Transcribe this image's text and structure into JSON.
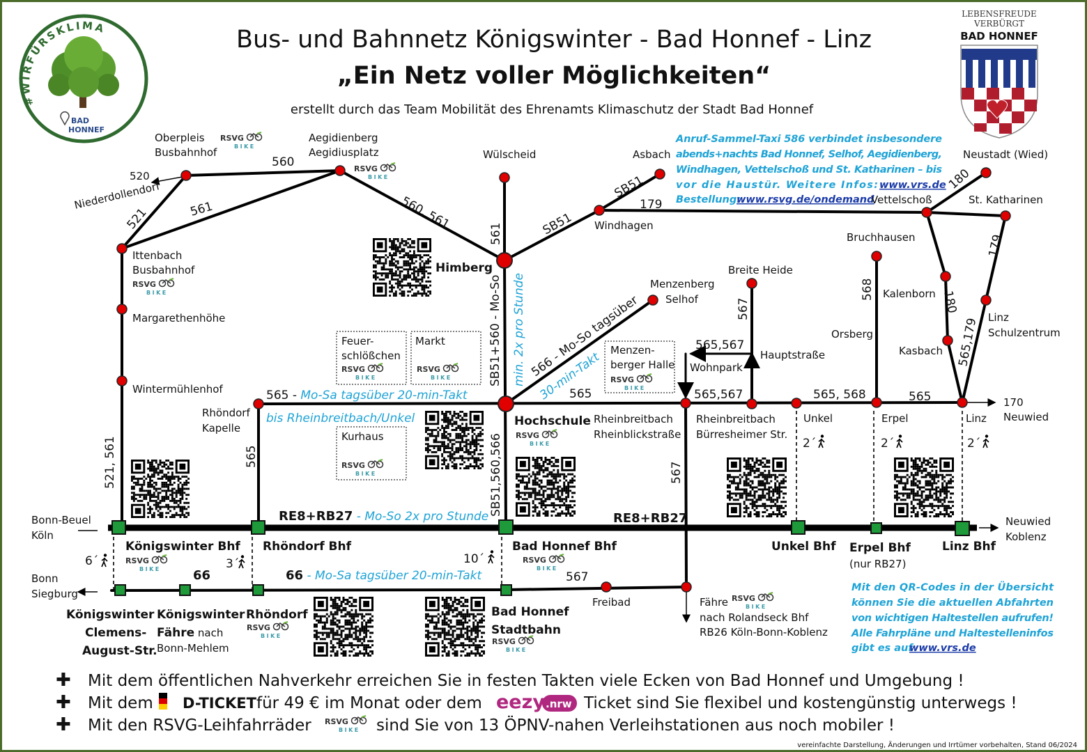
{
  "header": {
    "title": "Bus- und Bahnnetz Königswinter - Bad Honnef - Linz",
    "subtitle": "„Ein Netz voller Möglichkeiten“",
    "credit": "erstellt durch das Team Mobilität des Ehrenamts Klimaschutz der Stadt Bad Honnef"
  },
  "logos": {
    "klima_hashtag": "#WIRFÜRSKLIMA",
    "klima_city_1": "BAD",
    "klima_city_2": "HONNEF",
    "crest_line1": "LEBENSFREUDE",
    "crest_line2": "VERBÜRGT",
    "crest_city": "BAD HONNEF",
    "rsvg_word": "RSVG",
    "rsvg_bike": "BIKE",
    "eezy": "eezy",
    "eezy_nrw": ".nrw"
  },
  "taxi_note": {
    "lines": [
      "Anruf-Sammel-Taxi 586 verbindet insbesondere",
      "abends+nachts Bad Honnef, Selhof, Aegidienberg,",
      "Windhagen, Vettelschoß und St. Katharinen – bis",
      "vor die Haustür. Weitere Infos: "
    ],
    "link1": "www.vrs.de",
    "order_label": "Bestellung: ",
    "link2": "www.rsvg.de/ondemand"
  },
  "qr_note": {
    "lines": [
      "Mit den QR-Codes in der Übersicht",
      "können Sie die aktuellen Abfahrten",
      "von wichtigen Haltestellen aufrufen!",
      "Alle Fahrpläne und Haltestelleninfos"
    ],
    "last_prefix": "gibt es auf ",
    "link": "www.vrs.de"
  },
  "stations": {
    "oberpleis": [
      "Oberpleis",
      "Busbahnhof"
    ],
    "aegidienberg": [
      "Aegidienberg",
      "Aegidiusplatz"
    ],
    "wuelscheid": "Wülscheid",
    "asbach": "Asbach",
    "neustadt": "Neustadt (Wied)",
    "vettelschoss": "Vettelschoß",
    "st_katharinen": "St. Katharinen",
    "windhagen": "Windhagen",
    "niederdollendorf": "Niederdollendorf",
    "ittenbach": [
      "Ittenbach",
      "Busbahnhof"
    ],
    "margarethenhoehe": "Margarethenhöhe",
    "wintermuehlenhof": "Wintermühlenhof",
    "himberg": "Himberg",
    "menzenberg": [
      "Menzenberg",
      "Selhof"
    ],
    "breite_heide": "Breite Heide",
    "bruchhausen": "Bruchhausen",
    "kalenborn": "Kalenborn",
    "orsberg": "Orsberg",
    "kasbach": "Kasbach",
    "linz_schulzentrum": [
      "Linz",
      "Schulzentrum"
    ],
    "hauptstrasse": "Hauptstraße",
    "wohnpark": "Wohnpark",
    "rhoendorf_kapelle": [
      "Rhöndorf",
      "Kapelle"
    ],
    "hochschule": "Hochschule",
    "rheinblick": [
      "Rheinbreitbach",
      "Rheinblickstraße"
    ],
    "buerresheimer": [
      "Rheinbreitbach",
      "Bürresheimer Str."
    ],
    "unkel": "Unkel",
    "erpel": "Erpel",
    "linz": "Linz",
    "neuwied_170": [
      "170",
      "Neuwied"
    ],
    "koenigswinter_bhf": "Königswinter Bhf",
    "rhoendorf_bhf": "Rhöndorf Bhf",
    "bad_honnef_bhf": "Bad Honnef Bhf",
    "unkel_bhf": "Unkel Bhf",
    "erpel_bhf": [
      "Erpel Bhf",
      "(nur RB27)"
    ],
    "linz_bhf": "Linz Bhf",
    "kw_clemens": [
      "Königswinter",
      "Clemens-",
      "August-Str."
    ],
    "kw_faehre": [
      "Königswinter",
      "Fähre",
      " nach",
      "Bonn-Mehlem"
    ],
    "rhoendorf": "Rhöndorf",
    "bh_stadtbahn": [
      "Bad Honnef",
      "Stadtbahn"
    ],
    "freibad": "Freibad",
    "faehre_rolandseck": [
      "Fähre",
      "nach Rolandseck Bhf",
      "RB26 Köln-Bonn-Koblenz"
    ],
    "bonn_beuel": [
      "Bonn-Beuel",
      "Köln"
    ],
    "bonn_siegburg": [
      "Bonn",
      "Siegburg"
    ],
    "neuwied_koblenz": [
      "Neuwied",
      "Koblenz"
    ]
  },
  "bike_stations": {
    "feuerschloesschen": [
      "Feuer-",
      "schlößchen"
    ],
    "markt": "Markt",
    "kurhaus": "Kurhaus",
    "menzenberger_halle": [
      "Menzen-",
      "berger Halle"
    ]
  },
  "routes": {
    "r520": "520",
    "r521": "521",
    "r560": "560",
    "r561a": "561",
    "r560_561": "560, 561",
    "r561b": "561",
    "sb51a": "SB51",
    "sb51b": "SB51",
    "r179a": "179",
    "r180a": "180",
    "r179b": "179",
    "r180b": "180",
    "r565_179": "565,179",
    "r568": "568",
    "r567a": "567",
    "r565_567a": "565,567",
    "r565_567b": "565,567",
    "r565a": "565",
    "r565_568": "565, 568",
    "r565b": "565",
    "r565_main": "565 - ",
    "r565_main_freq": "Mo-Sa tagsüber 20-min-Takt",
    "r565_to": "bis Rheinbreitbach/Unkel",
    "r565c": "565",
    "sb51_560": "SB51+560 - Mo-So",
    "sb51_560_freq": "min. 2x pro Stunde",
    "r566": "566 - Mo-So tagsüber",
    "r566_freq": "30-min-Takt",
    "sb51_560_566": "SB51,560,566",
    "r521_561": "521, 561",
    "rail_a": "RE8+RB27",
    "rail_a_freq": " - Mo-So 2x pro Stunde",
    "rail_b": "RE8+RB27",
    "r66a": "66",
    "r66b": "66",
    "r66_freq": " - Mo-Sa tagsüber 20-min-Takt",
    "r567b": "567",
    "r567c": "567"
  },
  "walk_times": {
    "kw": "6´",
    "rh": "3´",
    "bh": "10´",
    "unkel": "2´",
    "erpel": "2´",
    "linz": "2´"
  },
  "bullets": {
    "b1": "Mit dem öffentlichen Nahverkehr erreichen Sie in festen Takten viele Ecken von Bad Honnef und Umgebung !",
    "b2_a": "Mit dem",
    "b2_ticket": "D-TICKET",
    "b2_b": "für 49 € im Monat oder dem",
    "b2_c": "Ticket sind Sie flexibel und kostengünstig unterwegs !",
    "b3_a": "Mit den RSVG-Leihfahrräder",
    "b3_b": "sind Sie von 13 ÖPNV-nahen Verleihstationen aus noch mobiler !"
  },
  "footer": "vereinfachte Darstellung, Änderungen und Irrtümer vorbehalten, Stand 06/2024",
  "colors": {
    "frame": "#4b6b2a",
    "stop": "#e00000",
    "rail_station": "#1e9a3a",
    "accent_text": "#1fa3d6",
    "link": "#1a3aa8"
  }
}
